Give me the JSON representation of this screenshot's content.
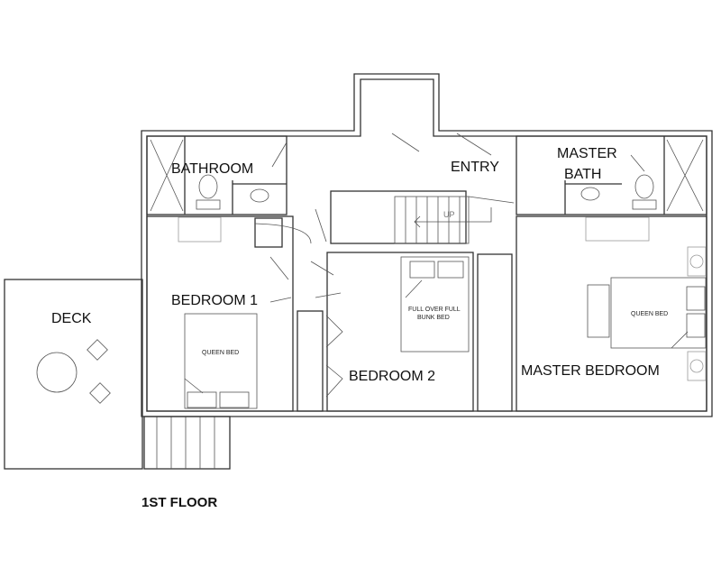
{
  "plan": {
    "title": "1ST FLOOR",
    "rooms": {
      "bathroom": "BATHROOM",
      "entry": "ENTRY",
      "master_bath_line1": "MASTER",
      "master_bath_line2": "BATH",
      "bedroom1": "BEDROOM 1",
      "bedroom2": "BEDROOM 2",
      "master_bedroom": "MASTER BEDROOM",
      "deck": "DECK"
    },
    "furniture": {
      "bed1": "QUEEN BED",
      "bunk_line1": "FULL OVER FULL",
      "bunk_line2": "BUNK BED",
      "master_bed": "QUEEN BED"
    },
    "stairs_label": "UP"
  }
}
